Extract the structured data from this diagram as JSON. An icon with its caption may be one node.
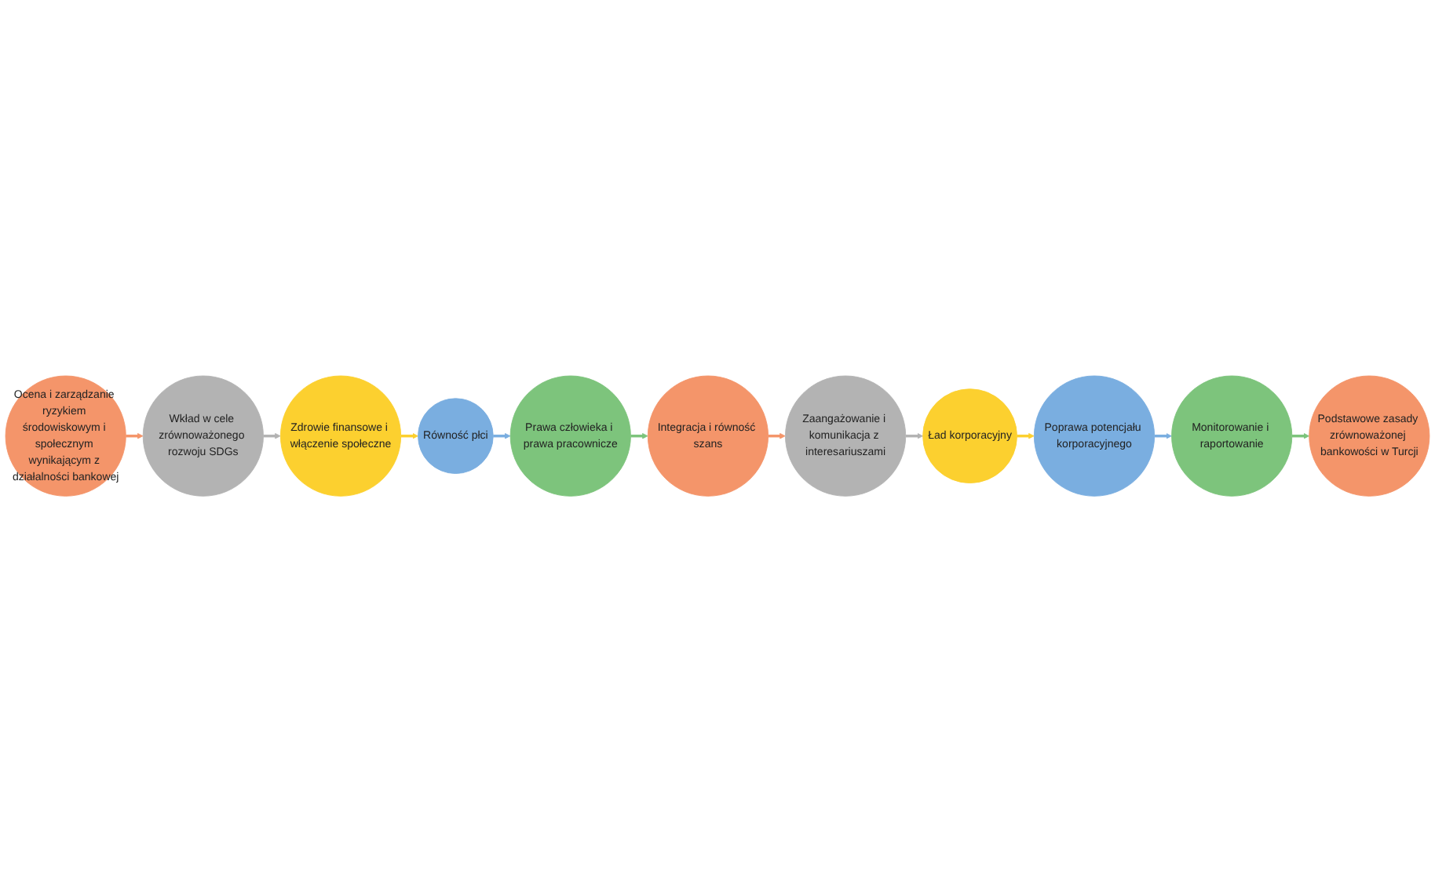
{
  "diagram": {
    "nodes": [
      {
        "text": [
          "Ocena i zarządzanie ryzykiem środowiskowym i społecznym wynikającym z działalności bankowej"
        ]
      },
      {
        "text": [
          "Wkład w cele zrównoważonego rozwoju SDGs"
        ]
      },
      {
        "text": [
          "Zdrowie finansowe i włączenie społeczne"
        ]
      },
      {
        "text": [
          "Równość płci"
        ]
      },
      {
        "text": [
          "Prawa człowieka i prawa pracownicze"
        ]
      },
      {
        "text": [
          "Integracja i równość szans"
        ]
      },
      {
        "text": [
          "Zaangażowanie i komunikacja z interesariuszami"
        ]
      },
      {
        "text": [
          "Ład korporacyjny"
        ]
      },
      {
        "text": [
          "Poprawa potencjału korporacyjnego"
        ]
      },
      {
        "text": [
          "Monitorowanie i raportowanie"
        ]
      },
      {
        "text": [
          "Podstawowe zasady zrównoważonej bankowości w Turcji"
        ]
      }
    ],
    "edges": [
      {
        "from": 0,
        "to": 1,
        "arrow": "to",
        "color": "#f4956a"
      },
      {
        "from": 1,
        "to": 2,
        "arrow": "to",
        "color": "#b3b3b3"
      },
      {
        "from": 2,
        "to": 3,
        "arrow": "to",
        "color": "#fcd02f"
      },
      {
        "from": 3,
        "to": 4,
        "arrow": "to",
        "color": "#7aaee0"
      },
      {
        "from": 4,
        "to": 5,
        "arrow": "to",
        "color": "#7dc47c"
      },
      {
        "from": 5,
        "to": 6,
        "arrow": "to",
        "color": "#f4956a"
      },
      {
        "from": 6,
        "to": 7,
        "arrow": "to",
        "color": "#b3b3b3"
      },
      {
        "from": 7,
        "to": 8,
        "arrow": "to",
        "color": "#fcd02f"
      },
      {
        "from": 8,
        "to": 9,
        "arrow": "to",
        "color": "#7aaee0"
      },
      {
        "from": 9,
        "to": 10,
        "arrow": "to",
        "color": "#7dc47c"
      }
    ]
  }
}
